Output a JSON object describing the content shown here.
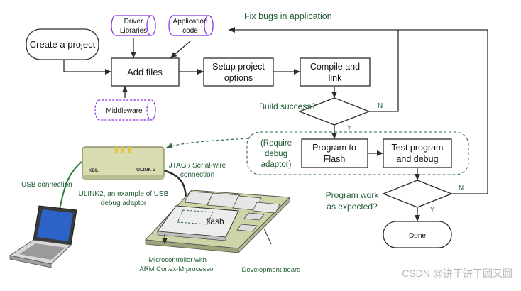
{
  "flow": {
    "create_project": "Create a project",
    "driver_libraries": [
      "Driver",
      "Libraries"
    ],
    "application_code": [
      "Application",
      "code"
    ],
    "add_files": "Add files",
    "middleware": "Middleware",
    "setup_options": [
      "Setup project",
      "options"
    ],
    "compile_link": [
      "Compile and",
      "link"
    ],
    "build_success": "Build success?",
    "fix_bugs": "Fix bugs in application",
    "require_debug": [
      "(Require",
      "debug",
      "adaptor)"
    ],
    "program_flash": [
      "Program to",
      "Flash"
    ],
    "test_debug": [
      "Test program",
      "and debug"
    ],
    "program_work": [
      "Program work",
      "as expected?"
    ],
    "done": "Done",
    "label_n": "N",
    "label_y": "Y"
  },
  "hardware": {
    "usb_connection": "USB connection",
    "jtag": [
      "JTAG / Serial-wire",
      "connection"
    ],
    "ulink_caption": [
      "ULINK2, an example of USB",
      "debug adaptor"
    ],
    "ulink_brand": "ULINK 2",
    "keil_brand": "KEIL",
    "flash": "flash",
    "mcu_caption": [
      "Microcontroller with",
      "ARM Cortex-M processor"
    ],
    "board_caption": "Development board"
  },
  "watermark": "CSDN @饼干饼干圆又圆",
  "colors": {
    "green_text": "#1e5a32",
    "line": "#2d2d2d",
    "purple": "#8a2be2",
    "dash_green": "#2e6b3f",
    "box_fill": "#ffffff",
    "ulink_fill": "#d9dcb0",
    "board_fill": "#cfd3a8",
    "chip_fill": "#e6e6e6",
    "laptop_blue": "#2c63c9"
  }
}
